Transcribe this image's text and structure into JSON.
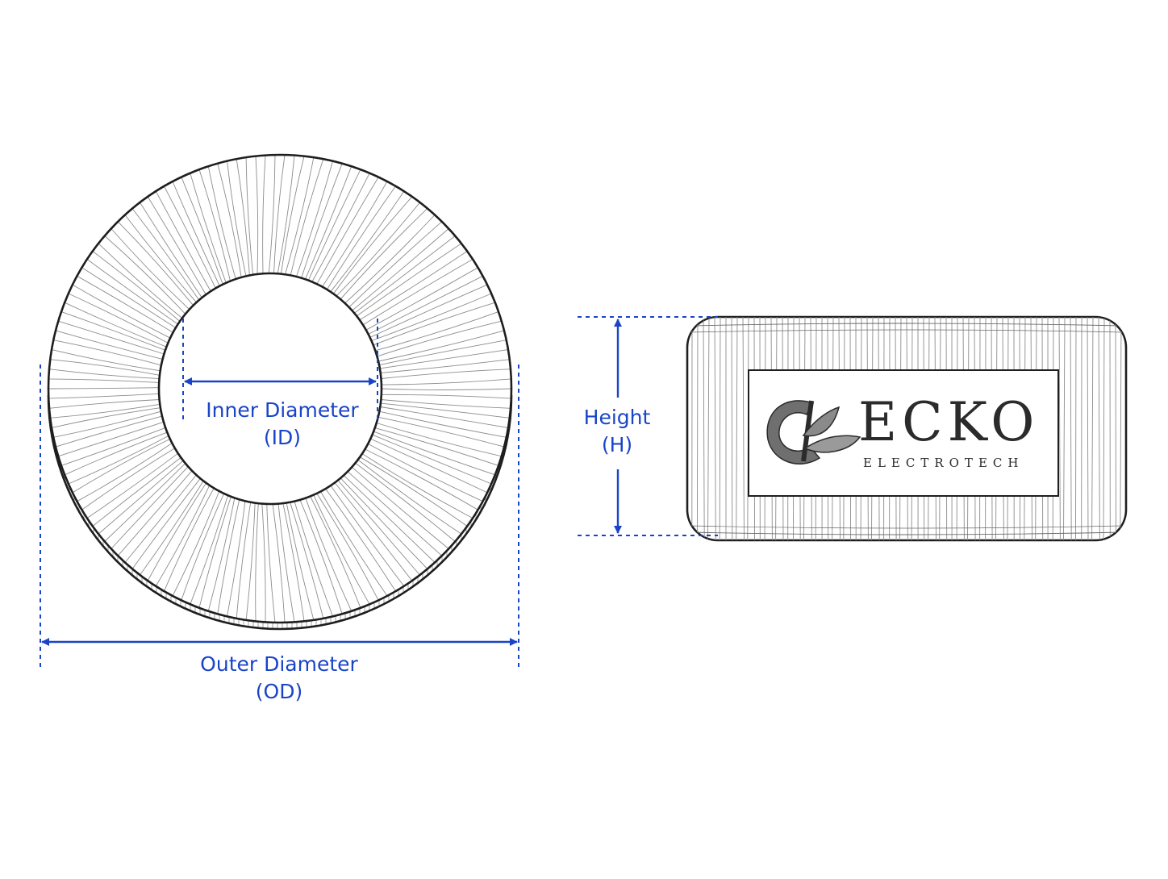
{
  "labels": {
    "inner_diameter": "Inner Diameter",
    "inner_abbr": "(ID)",
    "outer_diameter": "Outer Diameter",
    "outer_abbr": "(OD)",
    "height": "Height",
    "height_abbr": "(H)"
  },
  "brand": {
    "name": "ECKO",
    "subtitle": "ELECTROTECH"
  },
  "colors": {
    "dimension": "#1a44c8",
    "outline": "#1e1e1e",
    "winding": "#8c8c8c",
    "logo_fill": "#6f6f6f"
  },
  "icons": [
    "dimension-arrow",
    "brand-logo-icon"
  ]
}
